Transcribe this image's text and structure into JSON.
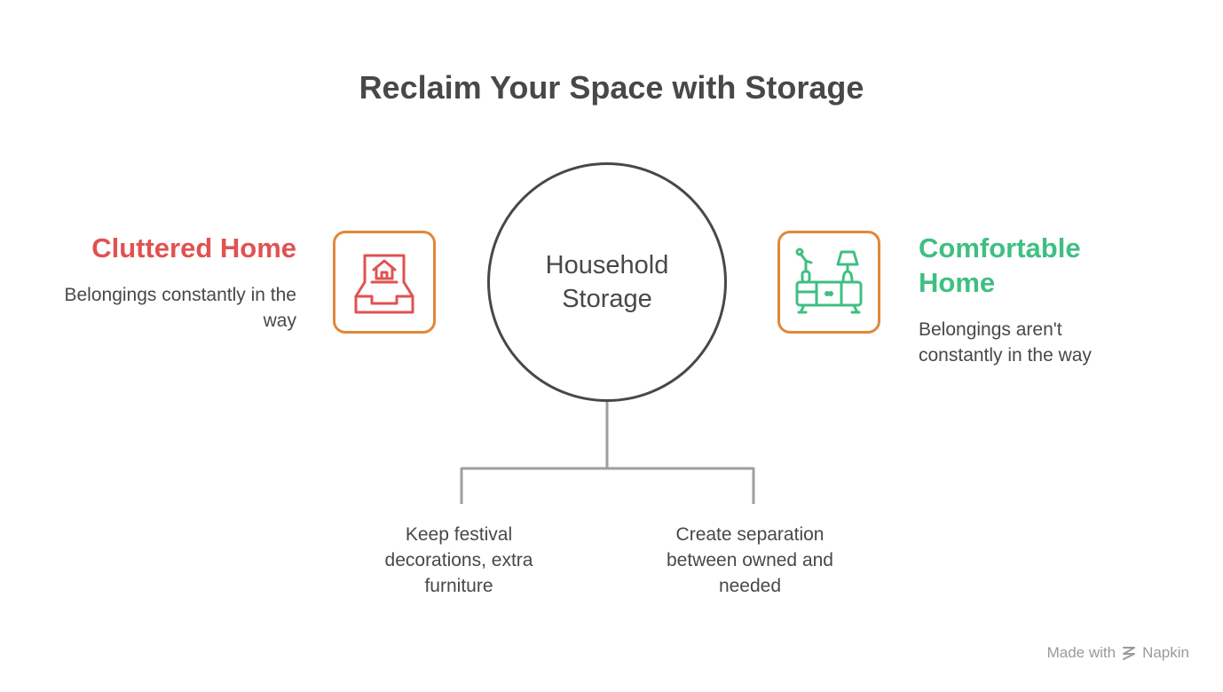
{
  "title": "Reclaim Your Space with Storage",
  "center": {
    "label": "Household Storage"
  },
  "left": {
    "heading": "Cluttered Home",
    "description": "Belongings constantly in the way",
    "icon": "inbox-home-icon",
    "color": "#e05252"
  },
  "right": {
    "heading": "Comfortable Home",
    "description": "Belongings aren't constantly in the way",
    "icon": "furniture-icon",
    "color": "#3fbf82"
  },
  "branches": [
    {
      "text": "Keep festival decorations, extra furniture"
    },
    {
      "text": "Create separation between owned and needed"
    }
  ],
  "footer": {
    "made_with": "Made with",
    "brand": "Napkin",
    "icon": "napkin-logo-icon"
  },
  "colors": {
    "text": "#484848",
    "icon_border": "#e0883a",
    "connector": "#9e9e9e"
  }
}
